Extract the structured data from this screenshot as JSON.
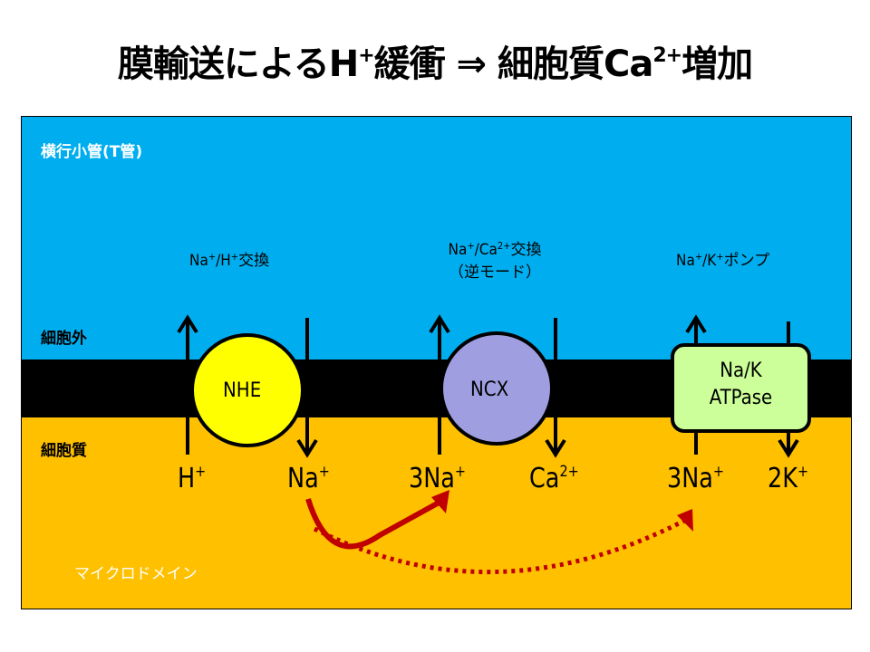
{
  "title": {
    "part1": "膜輸送によるH",
    "sup1": "+",
    "part2": "緩衝 ⇒ 細胞質Ca",
    "sup2": "2+",
    "part3": "増加"
  },
  "regions": {
    "t_tubule": "横行小管(T管)",
    "extracellular": "細胞外",
    "cytoplasm": "細胞質",
    "microdomain": "マイクロドメイン"
  },
  "transporters": [
    {
      "id": "nhe",
      "label": "NHE",
      "caption_a": "Na",
      "caption_a_sup": "+",
      "caption_b": "/H",
      "caption_b_sup": "+",
      "caption_c": "交換",
      "color": "#ffff00",
      "ions": [
        {
          "text": "H",
          "sup": "+",
          "direction": "out"
        },
        {
          "text": "Na",
          "sup": "+",
          "direction": "in"
        }
      ]
    },
    {
      "id": "ncx",
      "label": "NCX",
      "caption_a": "Na",
      "caption_a_sup": "+",
      "caption_b": "/Ca",
      "caption_b_sup": "2+",
      "caption_c": "交換",
      "caption_line2": "（逆モード）",
      "color": "#9e9ee0",
      "ions": [
        {
          "text": "3Na",
          "sup": "+",
          "direction": "out"
        },
        {
          "text": "Ca",
          "sup": "2+",
          "direction": "in"
        }
      ]
    },
    {
      "id": "nak",
      "label_line1": "Na/K",
      "label_line2": "ATPase",
      "caption_a": "Na",
      "caption_a_sup": "+",
      "caption_b": "/K",
      "caption_b_sup": "+",
      "caption_c": "ポンプ",
      "color": "#ccff99",
      "ions": [
        {
          "text": "3Na",
          "sup": "+",
          "direction": "out"
        },
        {
          "text": "2K",
          "sup": "+",
          "direction": "in"
        }
      ]
    }
  ],
  "colors": {
    "extracellular": "#00aeef",
    "membrane": "#000000",
    "cytoplasm": "#ffc000",
    "flow_arrow": "#c00000"
  },
  "flows": [
    {
      "from": "NHE Na+",
      "to": "NCX 3Na+",
      "style": "solid"
    },
    {
      "from": "NHE Na+",
      "to": "Na/K ATPase 3Na+",
      "style": "dotted"
    }
  ]
}
